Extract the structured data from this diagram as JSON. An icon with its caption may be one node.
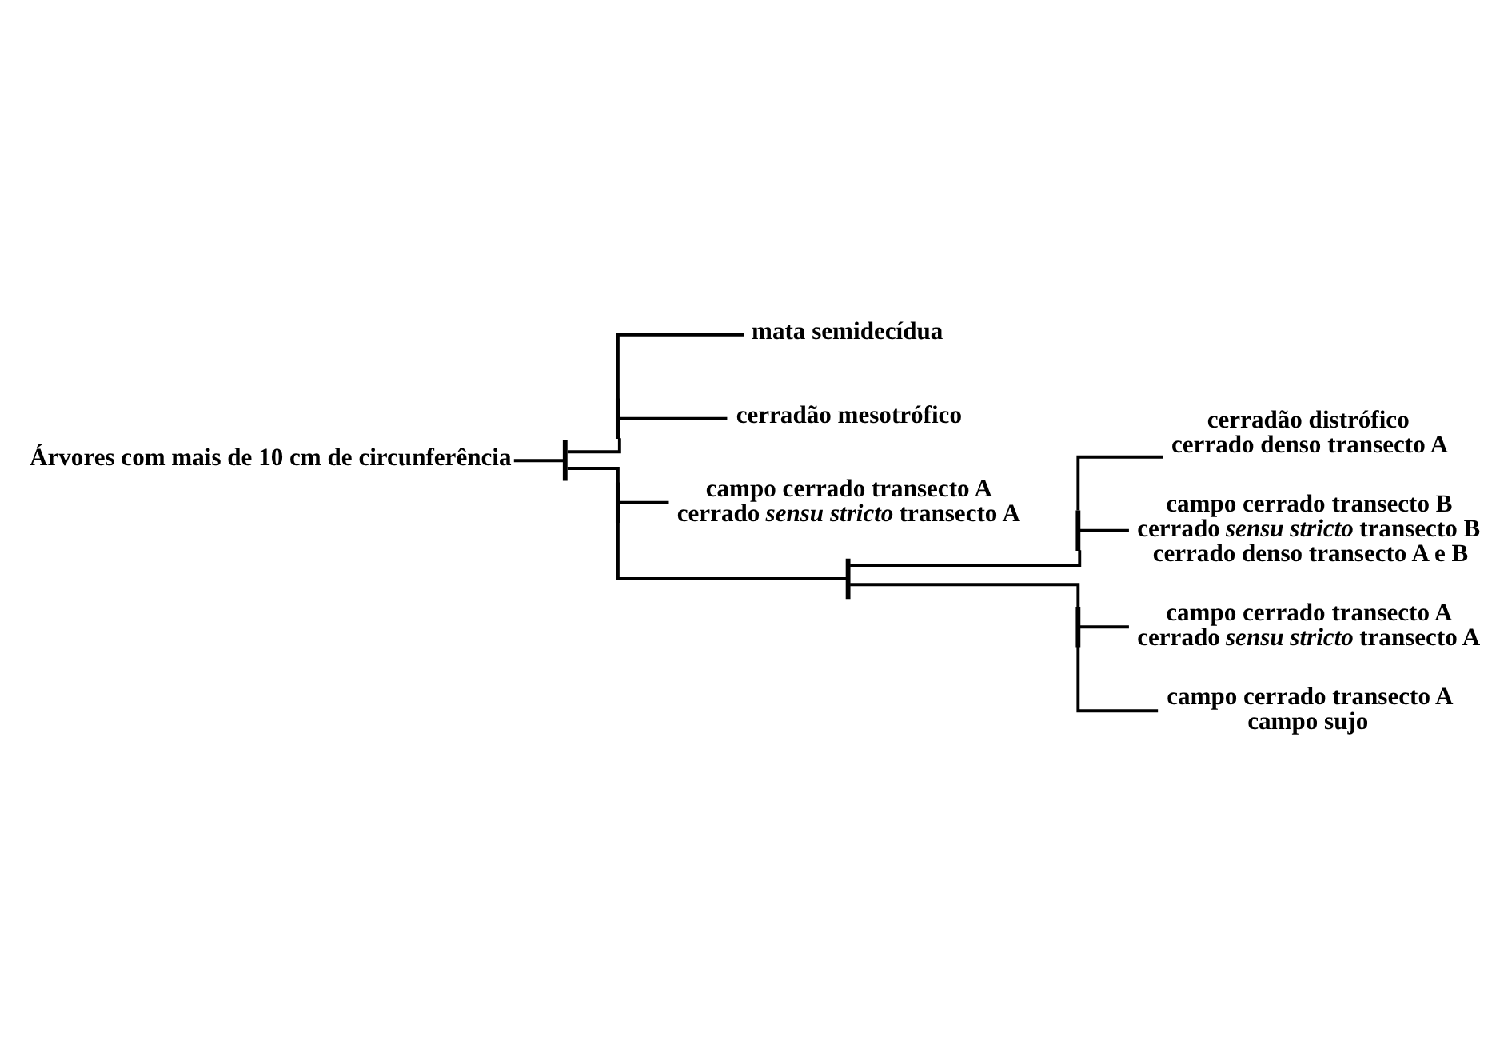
{
  "diagram": {
    "nodes": [
      {
        "text": [
          "Árvores com mais de 10 cm de circunferência"
        ]
      },
      {
        "text": [],
        "shape": "bar"
      },
      {
        "text": [],
        "shape": "bar"
      },
      {
        "text": [
          "mata semidecídua"
        ]
      },
      {
        "text": [
          "cerradão mesotrófico"
        ]
      },
      {
        "text": [],
        "shape": "bar"
      },
      {
        "text": [
          "campo cerrado transecto A",
          "cerrado *sensu stricto* transecto A"
        ]
      },
      {
        "text": [],
        "shape": "bar"
      },
      {
        "text": [],
        "shape": "bar"
      },
      {
        "text": [
          "cerradão distrófico",
          "cerrado denso transecto A"
        ]
      },
      {
        "text": [
          "campo cerrado transecto B",
          "cerrado *sensu stricto* transecto B",
          "cerrado denso transecto A e B"
        ]
      },
      {
        "text": [],
        "shape": "bar"
      },
      {
        "text": [
          "campo cerrado transecto A",
          "cerrado *sensu stricto* transecto A"
        ]
      },
      {
        "text": [
          "campo cerrado transecto A",
          "campo sujo"
        ]
      }
    ],
    "edges": [
      {
        "from": 0,
        "to": 1,
        "arrow": "none"
      },
      {
        "from": 1,
        "to": 2,
        "arrow": "none"
      },
      {
        "from": 2,
        "to": 3,
        "arrow": "none"
      },
      {
        "from": 2,
        "to": 4,
        "arrow": "none"
      },
      {
        "from": 1,
        "to": 5,
        "arrow": "none"
      },
      {
        "from": 5,
        "to": 6,
        "arrow": "none"
      },
      {
        "from": 5,
        "to": 7,
        "arrow": "none"
      },
      {
        "from": 7,
        "to": 8,
        "arrow": "none"
      },
      {
        "from": 8,
        "to": 9,
        "arrow": "none"
      },
      {
        "from": 8,
        "to": 10,
        "arrow": "none"
      },
      {
        "from": 7,
        "to": 11,
        "arrow": "none"
      },
      {
        "from": 11,
        "to": 12,
        "arrow": "none"
      },
      {
        "from": 11,
        "to": 13,
        "arrow": "none"
      }
    ]
  }
}
